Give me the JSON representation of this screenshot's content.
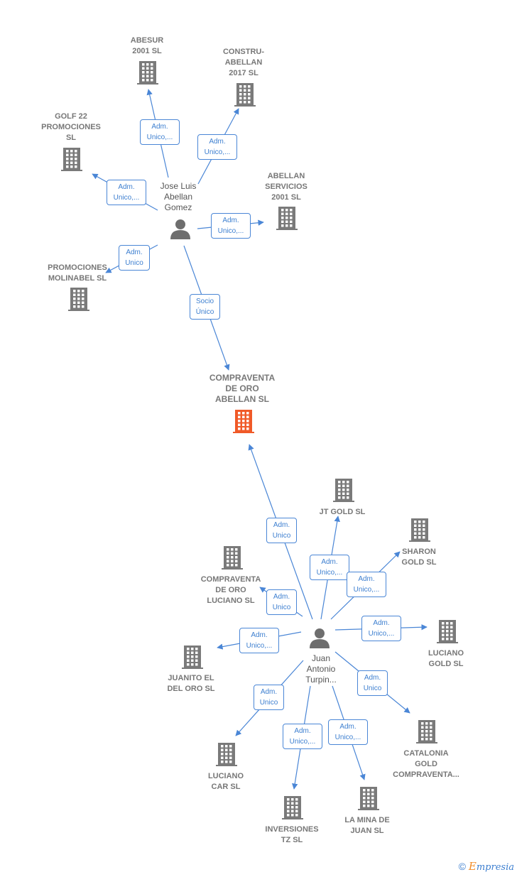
{
  "colors": {
    "edge": "#4a86d6",
    "building": "#7a7a7a",
    "focus": "#f05a28",
    "person": "#6e6e6e"
  },
  "persons": [
    {
      "id": "p1",
      "label": "Jose Luis\nAbellan\nGomez",
      "icon": "person-icon"
    },
    {
      "id": "p2",
      "label": "Juan\nAntonio\nTurpin...",
      "icon": "person-icon"
    }
  ],
  "companies": [
    {
      "id": "focus",
      "label": "COMPRAVENTA\nDE ORO\nABELLAN  SL",
      "icon": "building-icon",
      "focus": true
    },
    {
      "id": "abesur",
      "label": "ABESUR\n2001 SL",
      "icon": "building-icon"
    },
    {
      "id": "construabellan",
      "label": "CONSTRU-\nABELLAN\n2017  SL",
      "icon": "building-icon"
    },
    {
      "id": "golf22",
      "label": "GOLF 22\nPROMOCIONES\nSL",
      "icon": "building-icon"
    },
    {
      "id": "abellanservicios",
      "label": "ABELLAN\nSERVICIOS\n2001  SL",
      "icon": "building-icon"
    },
    {
      "id": "molinabel",
      "label": "PROMOCIONES\nMOLINABEL  SL",
      "icon": "building-icon"
    },
    {
      "id": "jtgold",
      "label": "JT GOLD  SL",
      "icon": "building-icon"
    },
    {
      "id": "sharon",
      "label": "SHARON\nGOLD  SL",
      "icon": "building-icon"
    },
    {
      "id": "cvluciano",
      "label": "COMPRAVENTA\nDE ORO\nLUCIANO SL",
      "icon": "building-icon"
    },
    {
      "id": "lucianogold",
      "label": "LUCIANO\nGOLD  SL",
      "icon": "building-icon"
    },
    {
      "id": "juanito",
      "label": "JUANITO EL\nDEL ORO  SL",
      "icon": "building-icon"
    },
    {
      "id": "catalonia",
      "label": "CATALONIA\nGOLD\nCOMPRAVENTA...",
      "icon": "building-icon"
    },
    {
      "id": "lucianocar",
      "label": "LUCIANO\nCAR SL",
      "icon": "building-icon"
    },
    {
      "id": "inversiones",
      "label": "INVERSIONES\nTZ  SL",
      "icon": "building-icon"
    },
    {
      "id": "lamina",
      "label": "LA MINA DE\nJUAN  SL",
      "icon": "building-icon"
    }
  ],
  "edges": [
    {
      "from": "p1",
      "to": "abesur",
      "label": "Adm.\nUnico,..."
    },
    {
      "from": "p1",
      "to": "construabellan",
      "label": "Adm.\nUnico,..."
    },
    {
      "from": "p1",
      "to": "golf22",
      "label": "Adm.\nUnico,..."
    },
    {
      "from": "p1",
      "to": "abellanservicios",
      "label": "Adm.\nUnico,..."
    },
    {
      "from": "p1",
      "to": "molinabel",
      "label": "Adm.\nUnico"
    },
    {
      "from": "p1",
      "to": "focus",
      "label": "Socio\nÚnico"
    },
    {
      "from": "p2",
      "to": "focus",
      "label": "Adm.\nUnico"
    },
    {
      "from": "p2",
      "to": "jtgold",
      "label": "Adm.\nUnico,..."
    },
    {
      "from": "p2",
      "to": "sharon",
      "label": "Adm.\nUnico,..."
    },
    {
      "from": "p2",
      "to": "cvluciano",
      "label": "Adm.\nUnico"
    },
    {
      "from": "p2",
      "to": "lucianogold",
      "label": "Adm.\nUnico,..."
    },
    {
      "from": "p2",
      "to": "juanito",
      "label": "Adm.\nUnico,..."
    },
    {
      "from": "p2",
      "to": "catalonia",
      "label": "Adm.\nUnico"
    },
    {
      "from": "p2",
      "to": "lucianocar",
      "label": "Adm.\nUnico"
    },
    {
      "from": "p2",
      "to": "inversiones",
      "label": "Adm.\nUnico,..."
    },
    {
      "from": "p2",
      "to": "lamina",
      "label": "Adm.\nUnico,..."
    }
  ],
  "footer": {
    "copyright": "©",
    "brand_initial": "E",
    "brand_rest": "mpresia"
  }
}
